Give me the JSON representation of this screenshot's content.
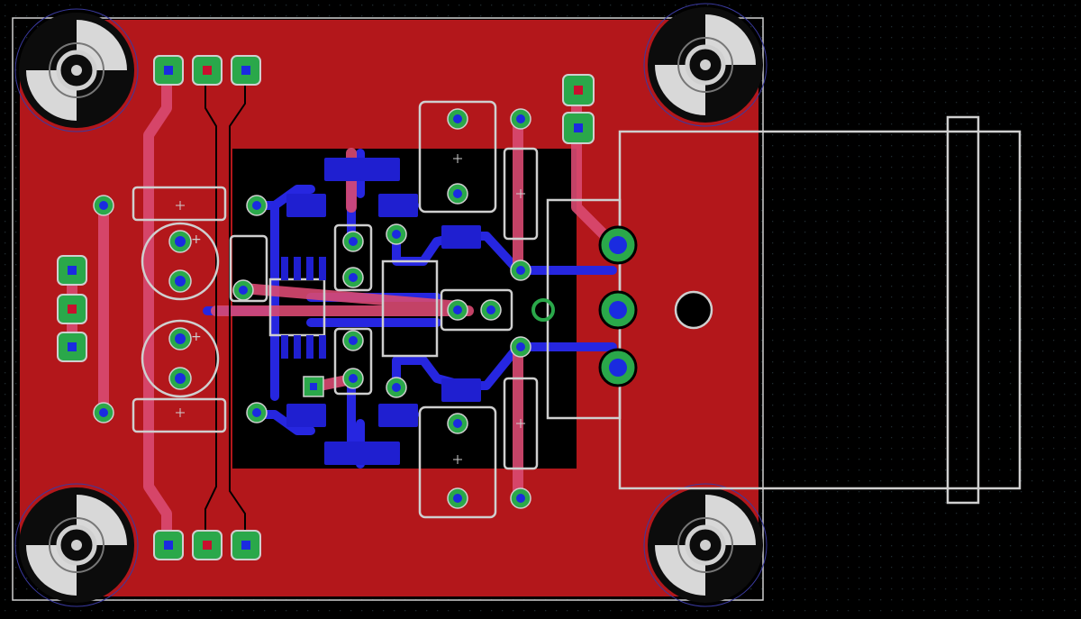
{
  "view": {
    "background_color": "#000000",
    "grid": true
  },
  "colors": {
    "copper_top": "#b3171b",
    "copper_bottom": "#1f1fd0",
    "top_trace": "#d94a72",
    "bottom_trace": "#2626e0",
    "pad_green": "#2aa84a",
    "pad_red": "#c8102e",
    "via_blue": "#1a2be0",
    "silkscreen": "#cfcfcf",
    "board_outline": "#d0d0d0",
    "mount_hole_dark": "#111111",
    "mount_hole_light": "#d8d8d8"
  },
  "board": {
    "mount_holes": 4,
    "pin_headers": [
      {
        "name": "header-top",
        "pins": 3
      },
      {
        "name": "header-bottom",
        "pins": 3
      },
      {
        "name": "header-left",
        "pins": 3
      },
      {
        "name": "header-top-right",
        "pins": 2
      },
      {
        "name": "connector-right",
        "pins": 3
      }
    ],
    "electrolytic_polarity_marks": [
      "+",
      "+"
    ]
  }
}
